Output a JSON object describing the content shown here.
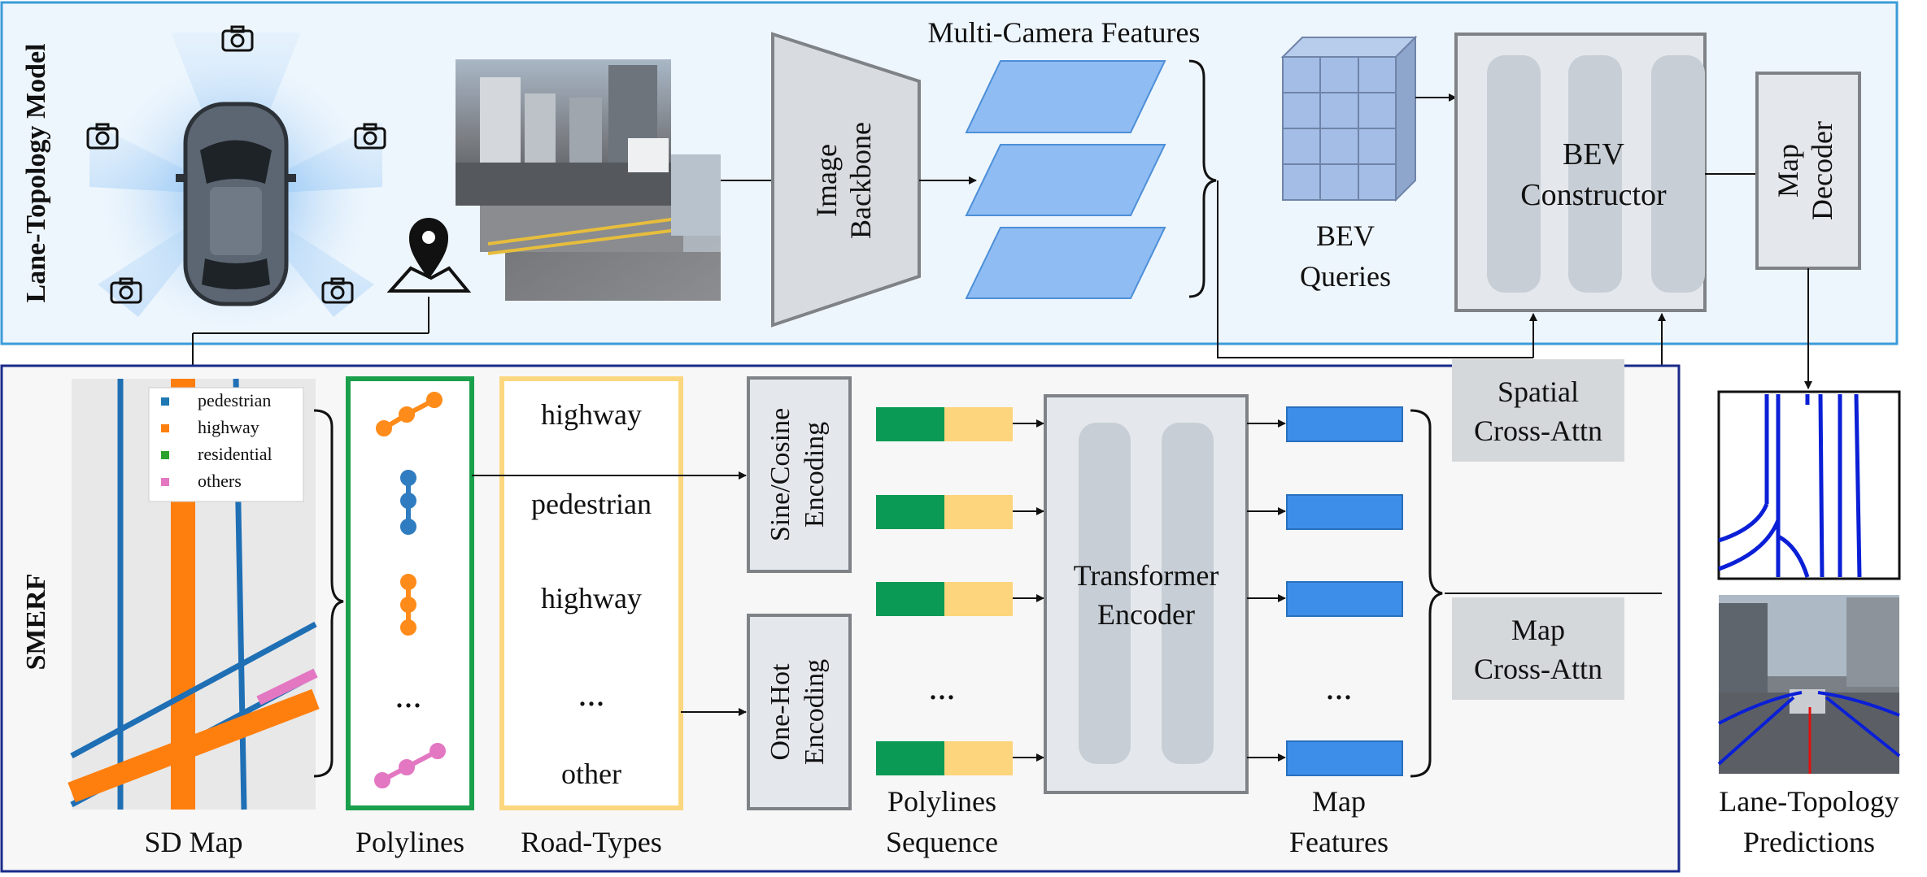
{
  "sections": {
    "lane_topology_model": "Lane-Topology Model",
    "smerf": "SMERF"
  },
  "top": {
    "multi_camera_features": "Multi-Camera Features",
    "image_backbone": [
      "Image",
      "Backbone"
    ],
    "bev_queries": [
      "BEV",
      "Queries"
    ],
    "bev_constructor": [
      "BEV",
      "Constructor"
    ],
    "map_decoder": [
      "Map",
      "Decoder"
    ]
  },
  "attn": {
    "spatial": [
      "Spatial",
      "Cross-Attn"
    ],
    "map": [
      "Map",
      "Cross-Attn"
    ]
  },
  "sd_map": {
    "caption": "SD Map",
    "legend": [
      {
        "label": "pedestrian",
        "color": "#1f77b4"
      },
      {
        "label": "highway",
        "color": "#ff7f0e"
      },
      {
        "label": "residential",
        "color": "#2ca02c"
      },
      {
        "label": "others",
        "color": "#e377c2"
      }
    ]
  },
  "polylines": {
    "caption": "Polylines",
    "ellipsis": "..."
  },
  "road_types": {
    "caption": "Road-Types",
    "items": [
      "highway",
      "pedestrian",
      "highway",
      "...",
      "other"
    ]
  },
  "encodings": {
    "sine": [
      "Sine/Cosine",
      "Encoding"
    ],
    "onehot": [
      "One-Hot",
      "Encoding"
    ]
  },
  "sequence": {
    "caption": [
      "Polylines",
      "Sequence"
    ],
    "ellipsis": "..."
  },
  "transformer": [
    "Transformer",
    "Encoder"
  ],
  "map_features": {
    "caption": [
      "Map",
      "Features"
    ],
    "ellipsis": "..."
  },
  "predictions": {
    "caption": [
      "Lane-Topology",
      "Predictions"
    ]
  },
  "colors": {
    "top_panel_border": "#3b9bd9",
    "bottom_panel_border": "#1a2a8a",
    "feature_plane": "#8fbcf2",
    "map_feature": "#3d8ee8",
    "seq_green": "#0a9a55",
    "seq_yellow": "#fdd57c",
    "polylines_border": "#1aa04c",
    "road_types_border": "#fcd77f"
  }
}
